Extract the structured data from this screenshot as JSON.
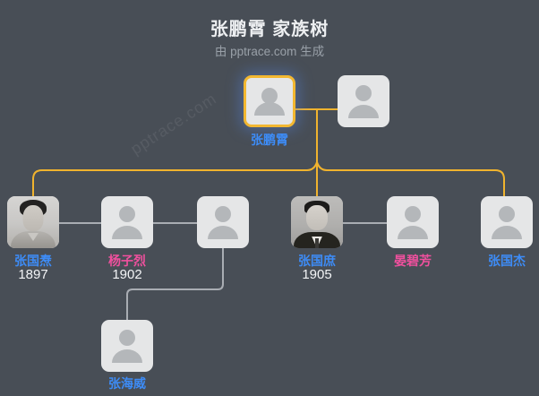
{
  "header": {
    "title": "张鹏霄 家族树",
    "subtitle": "由 pptrace.com 生成"
  },
  "watermark": "pptrace.com",
  "colors": {
    "background": "#484e56",
    "card": "#e5e6e7",
    "silhouette": "#b4b7ba",
    "line_parent": "#f0b32e",
    "line_gray": "#a9adb3",
    "selected_border": "#f2b731",
    "name_male": "#3d8cf7",
    "name_female": "#f0509e",
    "year_text": "#f3f4f6",
    "title_text": "#edeff1",
    "subtitle_text": "#99a0a8"
  },
  "nodes": {
    "zhangpengxiao": {
      "name": "张鹏霄"
    },
    "zhangguotao": {
      "name": "张国焘",
      "year": "1897"
    },
    "yangzilie": {
      "name": "杨子烈",
      "year": "1902"
    },
    "zhangguoshu": {
      "name": "张国庶",
      "year": "1905"
    },
    "yanbifang": {
      "name": "晏碧芳"
    },
    "zhangguojie": {
      "name": "张国杰"
    },
    "zhanghaiwei": {
      "name": "张海威"
    }
  }
}
